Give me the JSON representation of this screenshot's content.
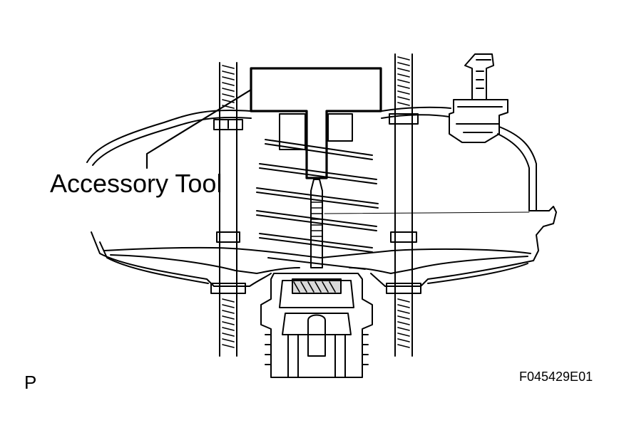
{
  "diagram": {
    "callout_label": "Accessory Tool",
    "corner_mark": "P",
    "figure_id": "F045429E01",
    "line_color": "#000000",
    "background_color": "#ffffff"
  }
}
